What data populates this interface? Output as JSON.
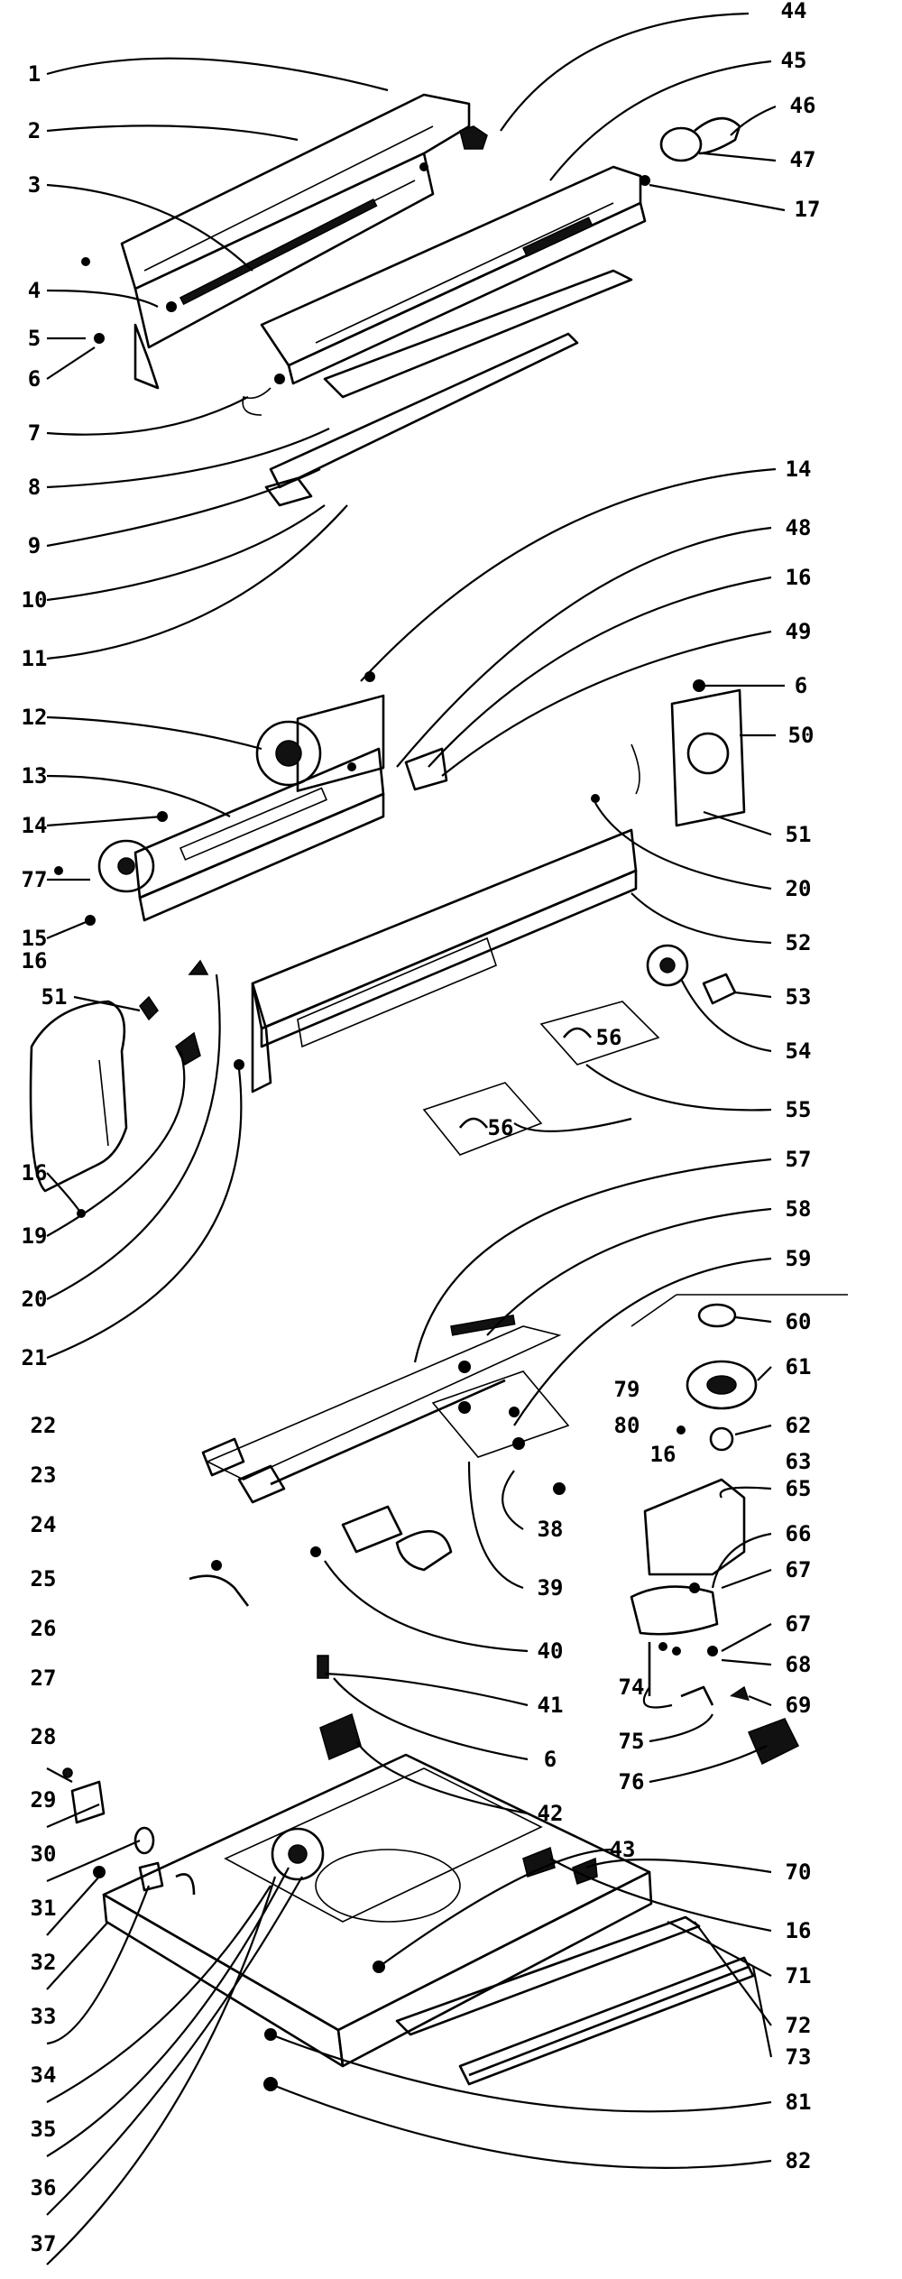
{
  "diagram": {
    "left_labels": [
      "1",
      "2",
      "3",
      "4",
      "5",
      "6",
      "7",
      "8",
      "9",
      "10",
      "11",
      "12",
      "13",
      "14",
      "77",
      "15",
      "16",
      "51",
      "16",
      "19",
      "20",
      "21",
      "22",
      "23",
      "24",
      "25",
      "26",
      "27",
      "28",
      "29",
      "30",
      "31",
      "32",
      "33",
      "34",
      "35",
      "36",
      "37"
    ],
    "right_labels": [
      "44",
      "45",
      "46",
      "47",
      "17",
      "14",
      "48",
      "16",
      "49",
      "6",
      "50",
      "51",
      "20",
      "52",
      "53",
      "54",
      "56",
      "56",
      "55",
      "57",
      "58",
      "59",
      "60",
      "61",
      "79",
      "80",
      "62",
      "16",
      "63",
      "65",
      "66",
      "67",
      "67",
      "68",
      "69",
      "74",
      "75",
      "76",
      "38",
      "39",
      "40",
      "41",
      "6",
      "42",
      "43",
      "70",
      "16",
      "71",
      "72",
      "73",
      "81",
      "82"
    ]
  }
}
